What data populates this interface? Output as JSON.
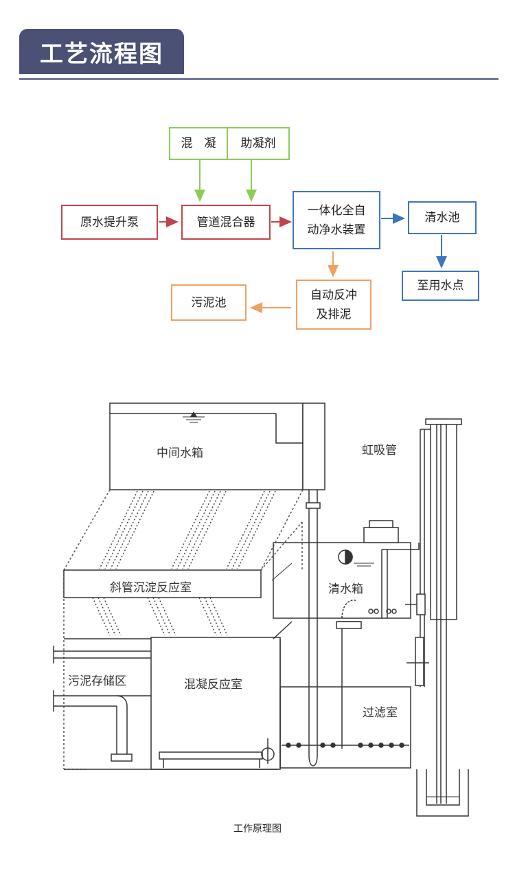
{
  "header": {
    "title": "工艺流程图"
  },
  "flowchart": {
    "coagulant_label": "混　凝",
    "coagulant_aid_label": "助凝剂",
    "raw_pump_label": "原水提升泵",
    "pipe_mixer_label": "管道混合器",
    "purifier_label_line1": "一体化全自",
    "purifier_label_line2": "动净水装置",
    "clear_pool_label": "清水池",
    "use_point_label": "至用水点",
    "backwash_label_line1": "自动反冲",
    "backwash_label_line2": "及排泥",
    "sludge_pool_label": "污泥池"
  },
  "diagram": {
    "intermediate_tank": "中间水箱",
    "siphon_pipe": "虹吸管",
    "inclined_tube_room": "斜管沉淀反应室",
    "clear_tank": "清水箱",
    "sludge_storage": "污泥存储区",
    "coagulation_room": "混凝反应室",
    "filter_room": "过滤室",
    "caption": "工作原理图"
  },
  "colors": {
    "header_bg": "#4a5175",
    "red": "#c0444c",
    "green": "#8ccc56",
    "blue": "#3f75b9",
    "orange": "#f0a060"
  }
}
